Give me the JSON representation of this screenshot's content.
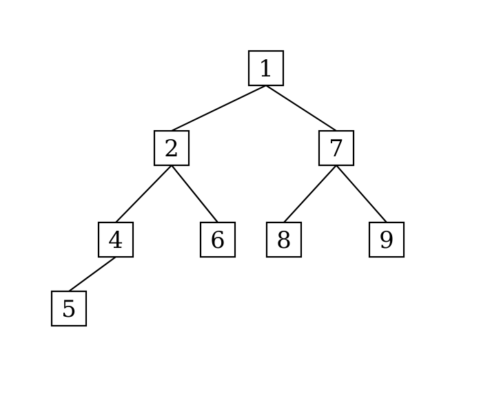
{
  "tree": {
    "nodes": [
      {
        "id": "n1",
        "label": "1"
      },
      {
        "id": "n2",
        "label": "2"
      },
      {
        "id": "n7",
        "label": "7"
      },
      {
        "id": "n4",
        "label": "4"
      },
      {
        "id": "n6",
        "label": "6"
      },
      {
        "id": "n8",
        "label": "8"
      },
      {
        "id": "n9",
        "label": "9"
      },
      {
        "id": "n5",
        "label": "5"
      }
    ],
    "edges": [
      {
        "from": "n1",
        "to": "n2"
      },
      {
        "from": "n1",
        "to": "n7"
      },
      {
        "from": "n2",
        "to": "n4"
      },
      {
        "from": "n2",
        "to": "n6"
      },
      {
        "from": "n7",
        "to": "n8"
      },
      {
        "from": "n7",
        "to": "n9"
      },
      {
        "from": "n4",
        "to": "n5"
      }
    ]
  }
}
